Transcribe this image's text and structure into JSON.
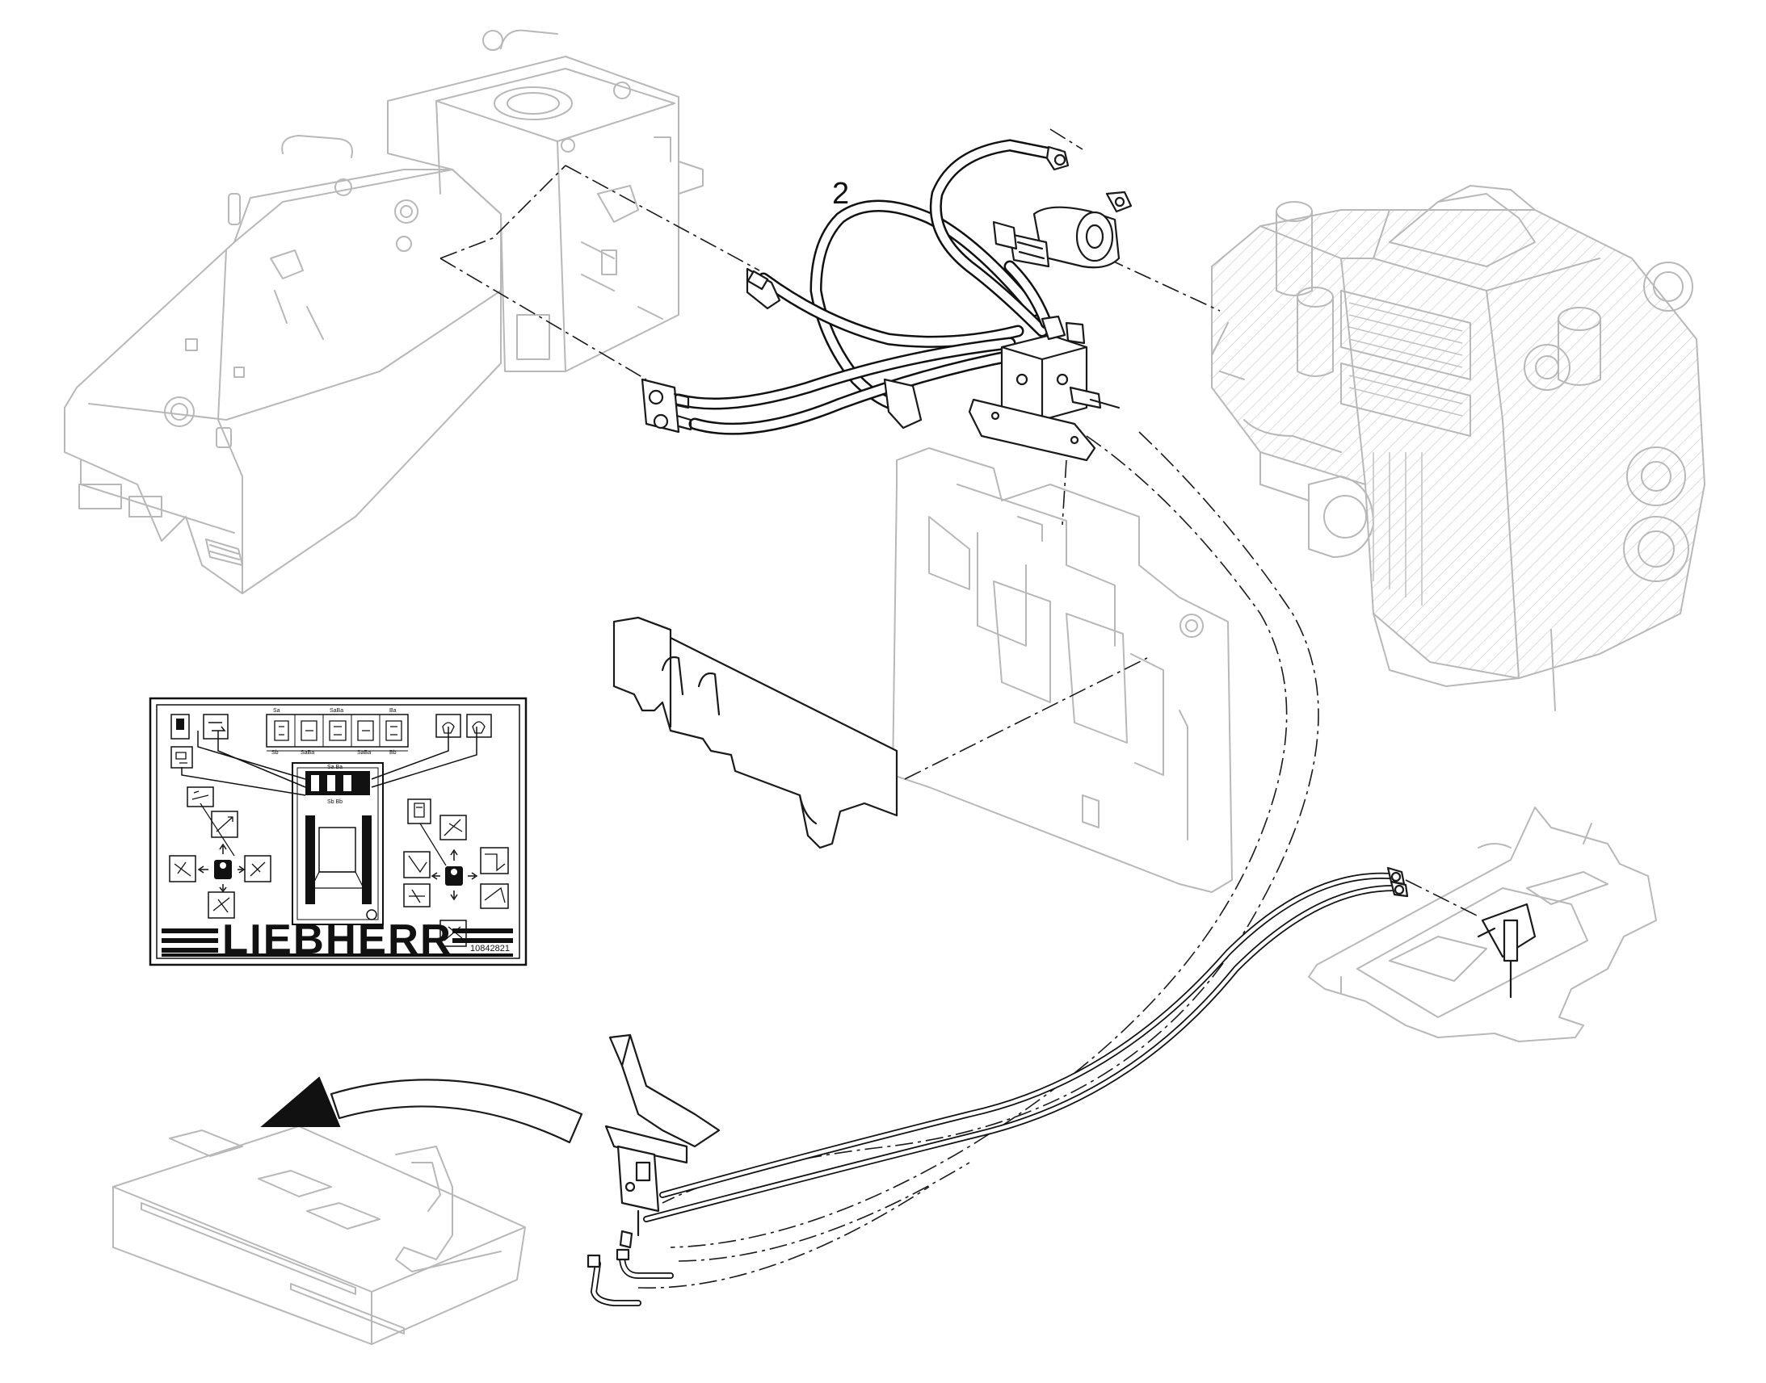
{
  "callouts": {
    "part_2": "2"
  },
  "decal": {
    "brand_text": "LIEBHERR",
    "part_number": "10842821",
    "pattern_labels": {
      "col1": "Sa",
      "col2": "SaBa",
      "col3": "Ba",
      "row2_col1": "Sb",
      "row2_col2": "SaBa",
      "row2_col3": "SaBa",
      "row2_col4": "Bb",
      "cab_top": "Sa Ba",
      "cab_bottom": "Sb Bb"
    }
  }
}
